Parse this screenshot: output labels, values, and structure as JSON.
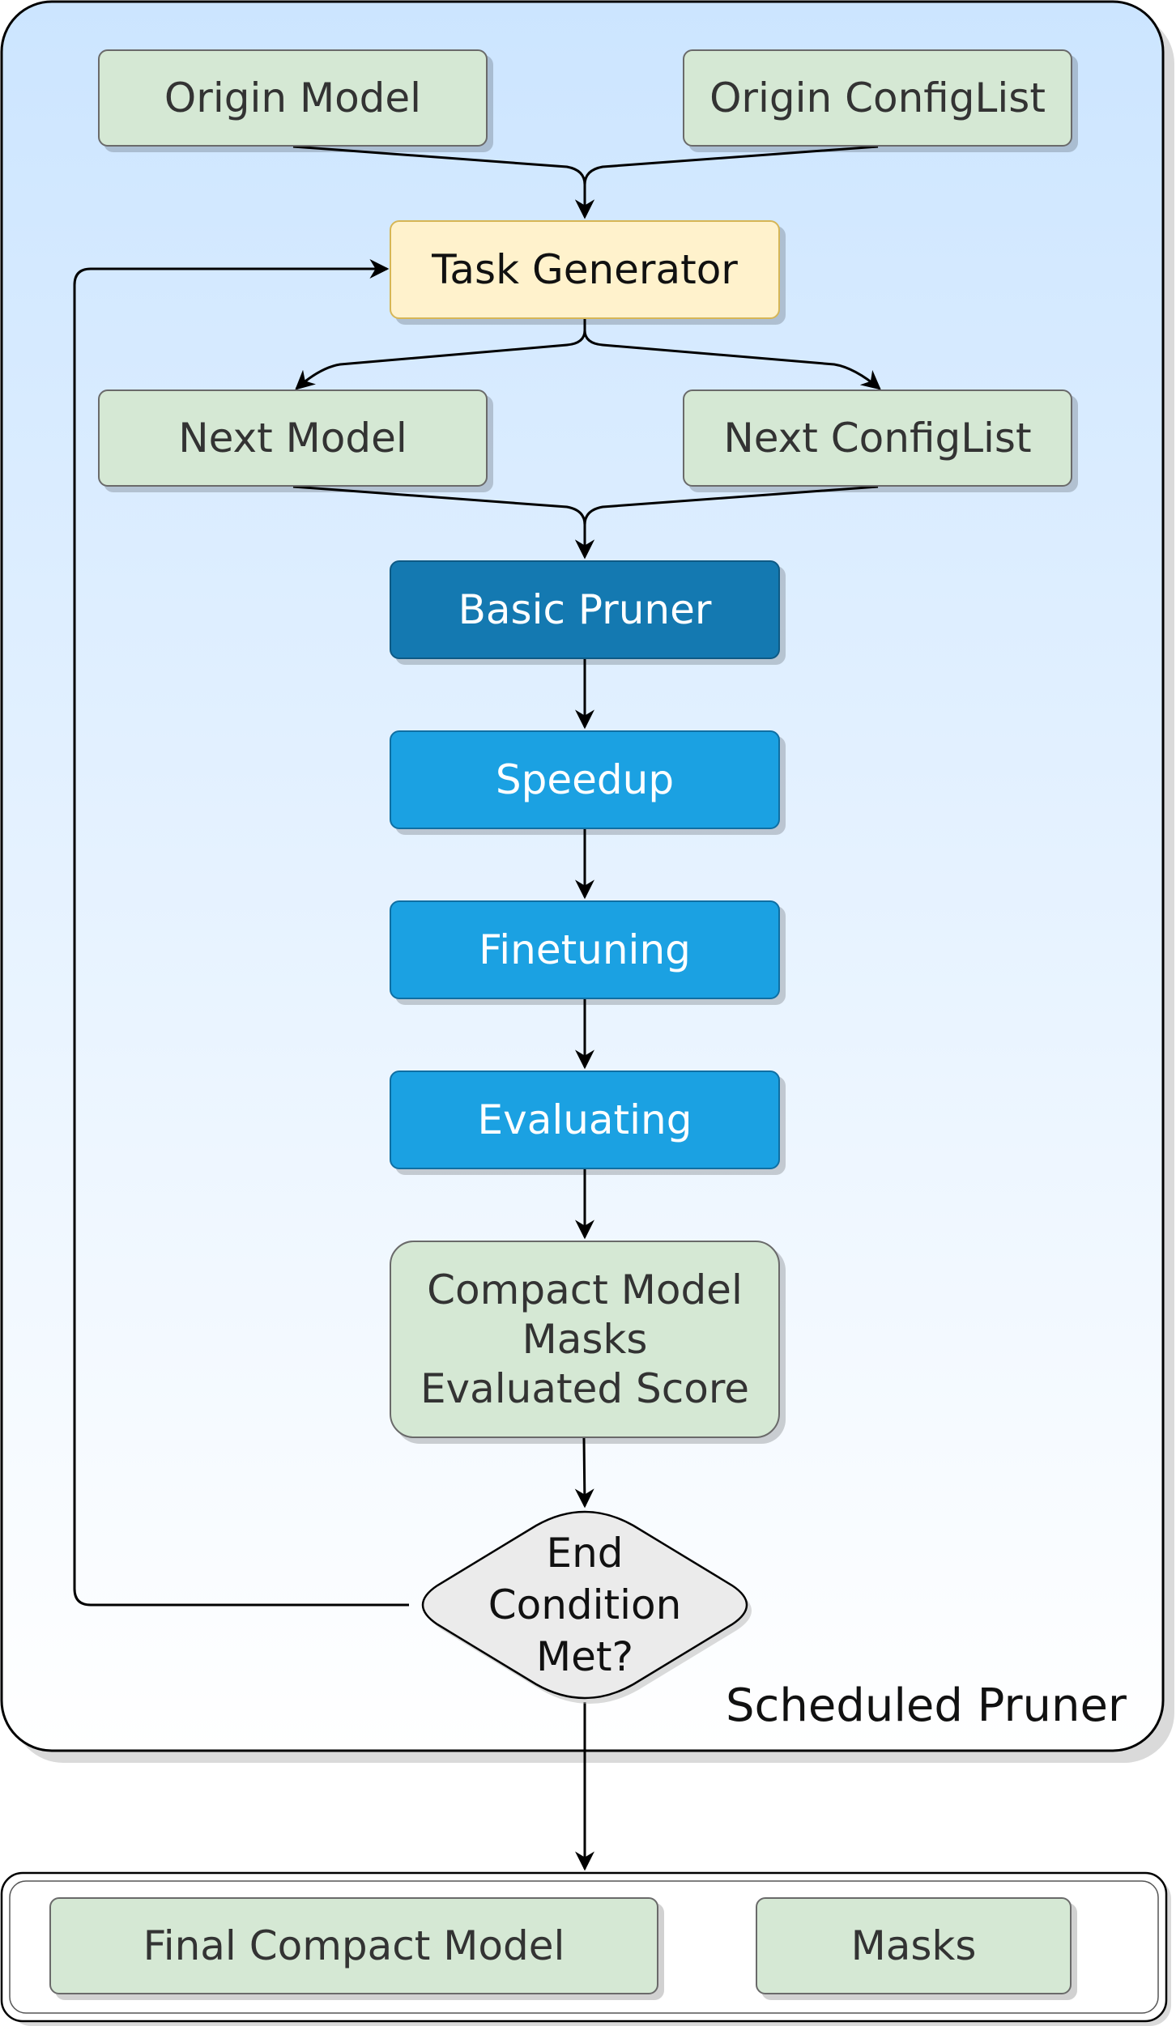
{
  "container": {
    "label": "Scheduled Pruner"
  },
  "nodes": {
    "origin_model": "Origin Model",
    "origin_configlist": "Origin ConfigList",
    "task_generator": "Task Generator",
    "next_model": "Next Model",
    "next_configlist": "Next ConfigList",
    "basic_pruner": "Basic Pruner",
    "speedup": "Speedup",
    "finetuning": "Finetuning",
    "evaluating": "Evaluating",
    "result_lines": [
      "Compact Model",
      "Masks",
      "Evaluated Score"
    ],
    "decision_lines": [
      "End",
      "Condition",
      "Met?"
    ]
  },
  "output": {
    "final_compact_model": "Final Compact Model",
    "masks": "Masks"
  },
  "colors": {
    "background_gradient_top": "#cce5ff",
    "background_gradient_bottom": "#ffffff",
    "green_fill": "#d5e8d4",
    "yellow_fill": "#fff2cc",
    "dark_blue_fill": "#1479b1",
    "blue_fill": "#1ba1e2",
    "decision_fill": "#ebebeb"
  }
}
